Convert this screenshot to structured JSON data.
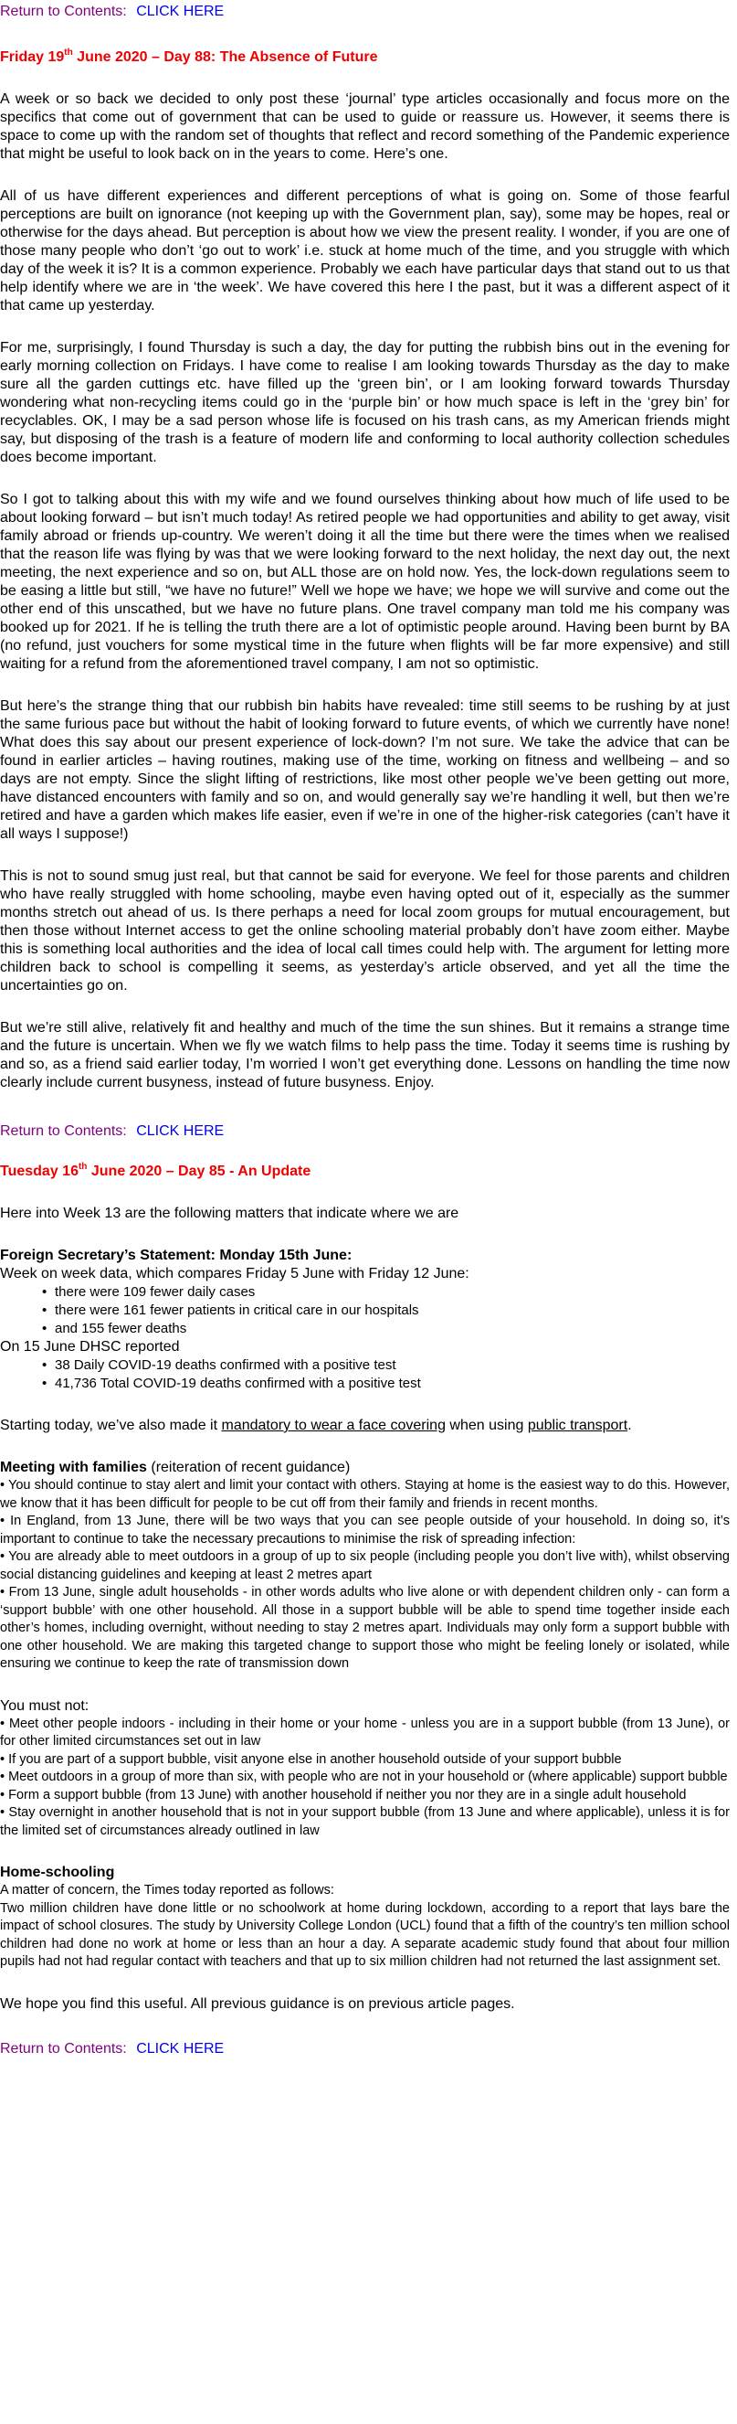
{
  "nav": {
    "return_label": "Return to Contents:",
    "click_here": "CLICK HERE"
  },
  "article1": {
    "title_pre": "Friday 19",
    "title_sup": "th",
    "title_post": " June 2020 – Day 88: The Absence of Future",
    "paragraphs": [
      "A week or so back we decided to only post these ‘journal’ type articles occasionally and focus more on the specifics that come out of government that can be used to guide or reassure us. However, it seems there is space to come up with the random set of thoughts that reflect and record something of the Pandemic experience that might be useful to look back on in the years to come. Here’s one.",
      "All of us have different experiences and different perceptions of what is going on. Some of those fearful perceptions are built on ignorance (not keeping up with the Government plan, say), some may be hopes, real or otherwise for the days ahead. But perception is about how we view the present reality. I wonder, if you are one of those many people who don’t ‘go out to work’ i.e. stuck at home much of the time, and you struggle with which day of the week it is? It is a common experience. Probably we each have particular days that stand out to us that help identify where we are in ‘the week’. We have covered this here I the past, but it was a different aspect of it that came up yesterday.",
      "For me, surprisingly, I found Thursday is such a day, the day for putting the rubbish bins out in the evening for early morning collection on Fridays. I have come to realise I am looking towards Thursday as the day to make sure all the garden cuttings etc. have filled up the ‘green bin’, or I am looking forward towards Thursday wondering what non-recycling items could go in the ‘purple bin’ or how much space is left in the ‘grey bin’ for recyclables. OK, I may be a sad person whose life is focused on his trash cans, as my American friends might say, but disposing of the trash is a feature of modern life and conforming to local authority collection schedules does become important.",
      "So I got to talking about this with my wife and we found ourselves thinking about how much of life used to be about looking forward – but isn’t much today! As retired people we had opportunities and ability to get away, visit family abroad or friends up-country.  We weren’t doing it all the time but there were the times when we realised that the reason life was flying by was that we were looking forward to the next holiday, the next day out, the next meeting, the next experience and so on, but ALL those are on hold now. Yes, the lock-down regulations seem to be easing a little but still, “we have no future!”  Well we hope we have; we hope we will survive and come out the other end of this unscathed, but we have no future plans. One travel company man told me his company was booked up for 2021. If he is telling the truth there are a lot of optimistic people around. Having been burnt by BA (no refund, just vouchers for some mystical time in the future when flights will be far more expensive) and still waiting for a refund from the aforementioned travel company, I am not so optimistic.",
      "But here’s the strange thing that our rubbish bin habits have revealed: time still seems to be rushing by at just the same furious pace but without the habit of looking forward to future events, of which we currently have none!  What does this say about our present experience of lock-down? I’m not sure. We take the advice that can be found in earlier articles – having routines, making use of the time, working on fitness and wellbeing – and so days are not empty. Since the slight lifting of restrictions, like most other people we’ve been getting out more, have distanced encounters with family and so on, and would generally say we’re handling it well, but then we’re retired and have a garden which makes life easier, even if we’re in one of the higher-risk categories (can’t have it all ways I suppose!)",
      "This is not to sound smug just real, but that cannot be said for everyone. We feel for those parents and children who have really struggled with home schooling, maybe even having opted out of it, especially as the summer months stretch out ahead of us.  Is there perhaps a need for local zoom groups for mutual encouragement, but then those without Internet access to get the online schooling material probably don’t have zoom either. Maybe this is something local authorities and the idea of local call times could help with.  The argument for letting more children back to school is compelling it seems, as yesterday’s article observed, and yet all the time the uncertainties go on.",
      "But we’re still alive, relatively fit and healthy and much of the time the sun shines. But it remains a strange time and the future is uncertain. When we fly we watch films to help pass the time. Today it seems time is rushing by and so, as a friend said earlier today, I’m worried I won’t get everything done. Lessons on handling the time now clearly include current busyness, instead of future busyness. Enjoy."
    ]
  },
  "article2": {
    "title_pre": "Tuesday 16",
    "title_sup": "th",
    "title_post": " June 2020 – Day 85 - An Update",
    "intro": "Here into Week 13 are the following matters that indicate where we are",
    "fs_heading": "Foreign Secretary’s Statement: Monday 15th June:",
    "fs_line1": "Week on week data, which compares Friday 5 June with Friday 12 June:",
    "fs_bullets1": [
      "there were 109 fewer daily cases",
      "there were 161 fewer patients in critical care in our hospitals",
      "and 155 fewer deaths"
    ],
    "fs_line2": "On 15 June DHSC reported",
    "fs_bullets2": [
      "38 Daily COVID-19 deaths confirmed with a positive test",
      "41,736 Total COVID-19 deaths confirmed with a positive test"
    ],
    "mask_pre": "Starting today, we’ve also made it ",
    "mask_link1": "mandatory to wear a face covering",
    "mask_mid": " when using ",
    "mask_link2": "public transport",
    "mask_post": ".",
    "mf_heading": "Meeting with families",
    "mf_heading_note": " (reiteration of recent guidance)",
    "mf_points": [
      "• You should continue to stay alert and limit your contact with others. Staying at home is the easiest way to do this. However, we know that it has been difficult for people to be cut off from their family and friends in recent months.",
      "• In England, from 13 June, there will be two ways that you can see people outside of your household. In doing so, it’s important to continue to take the necessary precautions to minimise the risk of spreading infection:",
      "• You are already able to meet outdoors in a group of up to six people (including people you don’t live with), whilst observing social distancing guidelines and keeping at least 2 metres apart",
      "• From 13 June, single adult households - in other words adults who live alone or with dependent children only - can form a ‘support bubble’ with one other household. All those in a support bubble will be able to spend time together inside each other’s homes, including overnight, without needing to stay 2 metres apart. Individuals may only form a support bubble with one other household. We are making this targeted change to support those who might be feeling lonely or isolated, while ensuring we continue to keep the rate of transmission down"
    ],
    "must_not_label": "You must not:",
    "must_not": [
      "• Meet other people indoors - including in their home or your home - unless you are in a support bubble (from 13 June), or for other limited circumstances set out in law",
      "• If you are part of a support bubble, visit anyone else in another household outside of your support bubble",
      "• Meet outdoors in a group of more than six, with people who are not in your household or (where applicable) support bubble",
      "• Form a support bubble (from 13 June) with another household if neither you nor they are in a single adult household",
      "• Stay overnight in another household that is not in your support bubble (from 13 June and where applicable), unless it is for the limited set of circumstances already outlined in law"
    ],
    "hs_heading": "Home-schooling",
    "hs_line1": "A matter of concern, the Times today reported as follows:",
    "hs_text": "Two million children have done little or no schoolwork at home during lockdown, according to a report that lays bare the impact of school closures. The study by University College London (UCL) found that a fifth of the country’s ten million school children had done no work at home or less than an hour a day. A separate academic study found that about four million pupils had not had regular contact with teachers and that up to six million children had not returned the last assignment set.",
    "closing": "We hope you find this useful. All previous guidance is on previous article pages."
  }
}
